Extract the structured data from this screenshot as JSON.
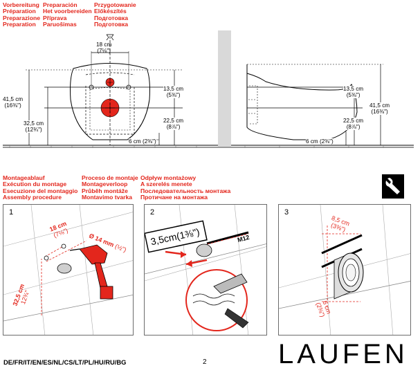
{
  "prep_headers": {
    "col1": [
      "Vorbereitung",
      "Préparation",
      "Preparazione",
      "Preparation"
    ],
    "col2": [
      "Preparación",
      "Het voorbereiden",
      "Příprava",
      "Paruošimas"
    ],
    "col3": [
      "Przygotowanie",
      "Előkészítés",
      "Подготовка",
      "Подготовка"
    ]
  },
  "front_view": {
    "dim_top": "18 cm",
    "dim_top_in": "(7⅛\")",
    "dim_left_total": "41,5 cm",
    "dim_left_total_in": "(16⅜\")",
    "dim_left_hole": "32,5 cm",
    "dim_left_hole_in": "(12¾\")",
    "dim_right_upper": "13,5 cm",
    "dim_right_upper_in": "(5⅜\")",
    "dim_right_lower": "22,5 cm",
    "dim_right_lower_in": "(8⅞\")",
    "dim_bottom": "6 cm (2⅜\")"
  },
  "side_view": {
    "dim_right_upper": "13,5 cm",
    "dim_right_upper_in": "(5⅜\")",
    "dim_right_lower": "22,5 cm",
    "dim_right_lower_in": "(8⅞\")",
    "dim_total": "41,5 cm",
    "dim_total_in": "(16⅜\")",
    "dim_bottom": "6 cm (2⅜\")"
  },
  "mount_headers": {
    "col1": [
      "Montageablauf",
      "Exécution du montage",
      "Esecuzione del montaggio",
      "Assembly procedure"
    ],
    "col2": [
      "Proceso de montaje",
      "Montageverloop",
      "Průběh montáže",
      "Montavimo tvarka"
    ],
    "col3": [
      "Odpływ montażowy",
      "A szerelés menete",
      "Последовательность монтажа",
      "Протичане на монтажа"
    ]
  },
  "step1": {
    "number": "1",
    "dim_spacing": "18 cm",
    "dim_spacing_in": "(7⅛\")",
    "drill": "Ø 14 mm",
    "drill_in": "(½\")",
    "dim_height": "32,5 cm",
    "dim_height_in": "12¾\""
  },
  "step2": {
    "number": "2",
    "depth_label": "3,5cm(1⅜\")",
    "bolt_label": "M12"
  },
  "step3": {
    "number": "3",
    "dim_top": "8,5 cm",
    "dim_top_in": "(3⅜\")",
    "dim_bottom": "6 cm",
    "dim_bottom_in": "(2⅜\")"
  },
  "footer": {
    "languages": "DE/FR/IT/EN/ES/NL/CS/LT/PL/HU/RU/BG",
    "page_number": "2",
    "brand": "LAUFEN"
  },
  "colors": {
    "accent_red": "#e3261c",
    "wall_grey": "#d9d9d9",
    "frame_grey": "#6b6b6b"
  },
  "icons": [
    "water-drain-symbol-icon",
    "wrench-icon",
    "drill-icon",
    "hand-icon"
  ]
}
